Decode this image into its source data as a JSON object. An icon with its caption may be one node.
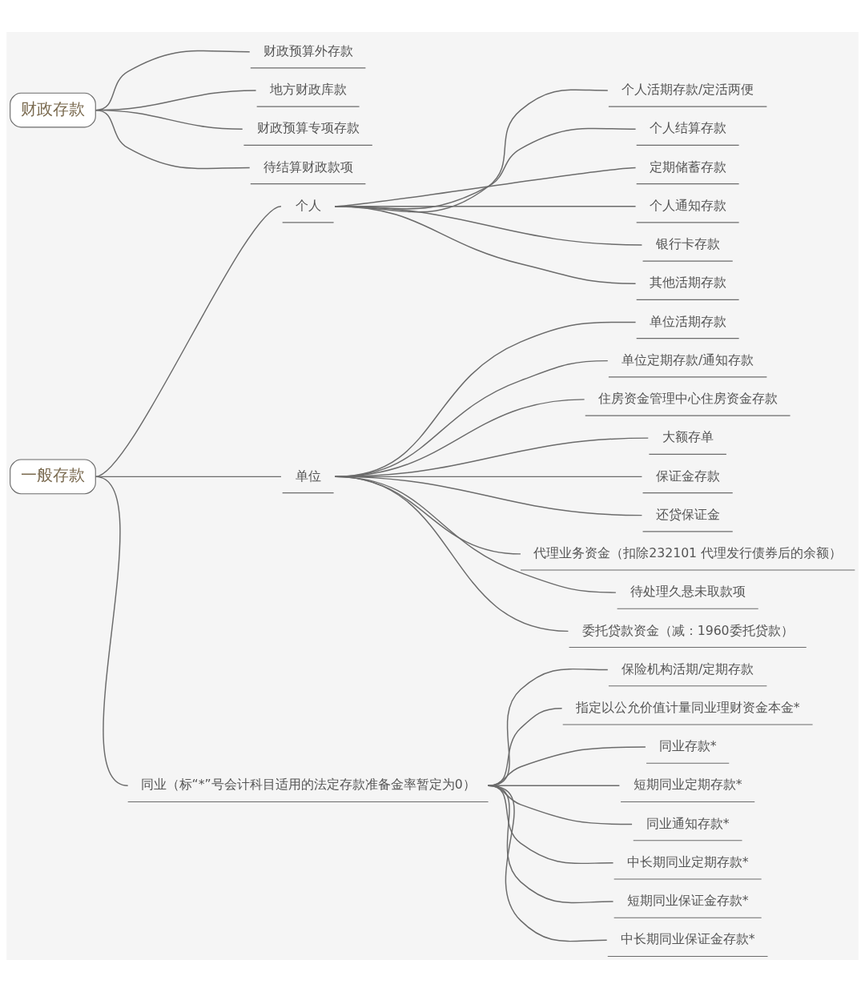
{
  "diagram": {
    "nodes": [
      {
        "text": [
          "财政存款"
        ]
      },
      {
        "text": [
          "财政预算外存款"
        ]
      },
      {
        "text": [
          "地方财政库款"
        ]
      },
      {
        "text": [
          "财政预算专项存款"
        ]
      },
      {
        "text": [
          "待结算财政款项"
        ]
      },
      {
        "text": [
          "一般存款"
        ]
      },
      {
        "text": [
          "个人"
        ]
      },
      {
        "text": [
          "个人活期存款/定活两便"
        ]
      },
      {
        "text": [
          "个人结算存款"
        ]
      },
      {
        "text": [
          "定期储蓄存款"
        ]
      },
      {
        "text": [
          "个人通知存款"
        ]
      },
      {
        "text": [
          "银行卡存款"
        ]
      },
      {
        "text": [
          "其他活期存款"
        ]
      },
      {
        "text": [
          "单位"
        ]
      },
      {
        "text": [
          "单位活期存款"
        ]
      },
      {
        "text": [
          "单位定期存款/通知存款"
        ]
      },
      {
        "text": [
          "住房资金管理中心住房资金存款"
        ]
      },
      {
        "text": [
          "大额存单"
        ]
      },
      {
        "text": [
          "保证金存款"
        ]
      },
      {
        "text": [
          "还贷保证金"
        ]
      },
      {
        "text": [
          "代理业务资金（扣除232101 代理发行债券后的余额）"
        ]
      },
      {
        "text": [
          "待处理久悬未取款项"
        ]
      },
      {
        "text": [
          "委托贷款资金（减：1960委托贷款）"
        ]
      },
      {
        "text": [
          "同业（标“*”号会计科目适用的法定存款准备金率暂定为0）"
        ]
      },
      {
        "text": [
          "保险机构活期/定期存款"
        ]
      },
      {
        "text": [
          "指定以公允价值计量同业理财资金本金*"
        ]
      },
      {
        "text": [
          "同业存款*"
        ]
      },
      {
        "text": [
          "短期同业定期存款*"
        ]
      },
      {
        "text": [
          "同业通知存款*"
        ]
      },
      {
        "text": [
          "中长期同业定期存款*"
        ]
      },
      {
        "text": [
          "短期同业保证金存款*"
        ]
      },
      {
        "text": [
          "中长期同业保证金存款*"
        ]
      }
    ],
    "edges": [
      {
        "from": 0,
        "to": 1,
        "arrow": "none"
      },
      {
        "from": 0,
        "to": 2,
        "arrow": "none"
      },
      {
        "from": 0,
        "to": 3,
        "arrow": "none"
      },
      {
        "from": 0,
        "to": 4,
        "arrow": "none"
      },
      {
        "from": 5,
        "to": 6,
        "arrow": "none"
      },
      {
        "from": 6,
        "to": 7,
        "arrow": "none"
      },
      {
        "from": 6,
        "to": 8,
        "arrow": "none"
      },
      {
        "from": 6,
        "to": 9,
        "arrow": "none"
      },
      {
        "from": 6,
        "to": 10,
        "arrow": "none"
      },
      {
        "from": 6,
        "to": 11,
        "arrow": "none"
      },
      {
        "from": 6,
        "to": 12,
        "arrow": "none"
      },
      {
        "from": 5,
        "to": 13,
        "arrow": "none"
      },
      {
        "from": 13,
        "to": 14,
        "arrow": "none"
      },
      {
        "from": 13,
        "to": 15,
        "arrow": "none"
      },
      {
        "from": 13,
        "to": 16,
        "arrow": "none"
      },
      {
        "from": 13,
        "to": 17,
        "arrow": "none"
      },
      {
        "from": 13,
        "to": 18,
        "arrow": "none"
      },
      {
        "from": 13,
        "to": 19,
        "arrow": "none"
      },
      {
        "from": 13,
        "to": 20,
        "arrow": "none"
      },
      {
        "from": 13,
        "to": 21,
        "arrow": "none"
      },
      {
        "from": 13,
        "to": 22,
        "arrow": "none"
      },
      {
        "from": 5,
        "to": 23,
        "arrow": "none"
      },
      {
        "from": 23,
        "to": 24,
        "arrow": "none"
      },
      {
        "from": 23,
        "to": 25,
        "arrow": "none"
      },
      {
        "from": 23,
        "to": 26,
        "arrow": "none"
      },
      {
        "from": 23,
        "to": 27,
        "arrow": "none"
      },
      {
        "from": 23,
        "to": 28,
        "arrow": "none"
      },
      {
        "from": 23,
        "to": 29,
        "arrow": "none"
      },
      {
        "from": 23,
        "to": 30,
        "arrow": "none"
      },
      {
        "from": 23,
        "to": 31,
        "arrow": "none"
      }
    ]
  }
}
